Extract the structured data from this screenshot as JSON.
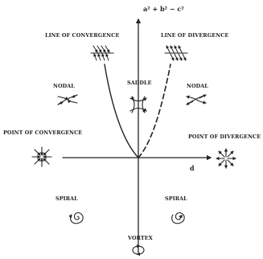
{
  "labels": {
    "y_axis": "a² + b² − c²",
    "x_axis": "d",
    "line_of_convergence": "LINE OF CONVERGENCE",
    "line_of_divergence": "LINE OF DIVERGENCE",
    "saddle": "SADDLE",
    "nodal_left": "NODAL",
    "nodal_right": "NODAL",
    "point_of_convergence": "POINT OF CONVERGENCE",
    "point_of_divergence": "POINT OF DIVERGENCE",
    "spiral_left": "SPIRAL",
    "spiral_right": "SPIRAL",
    "vortex": "VORTEX"
  }
}
